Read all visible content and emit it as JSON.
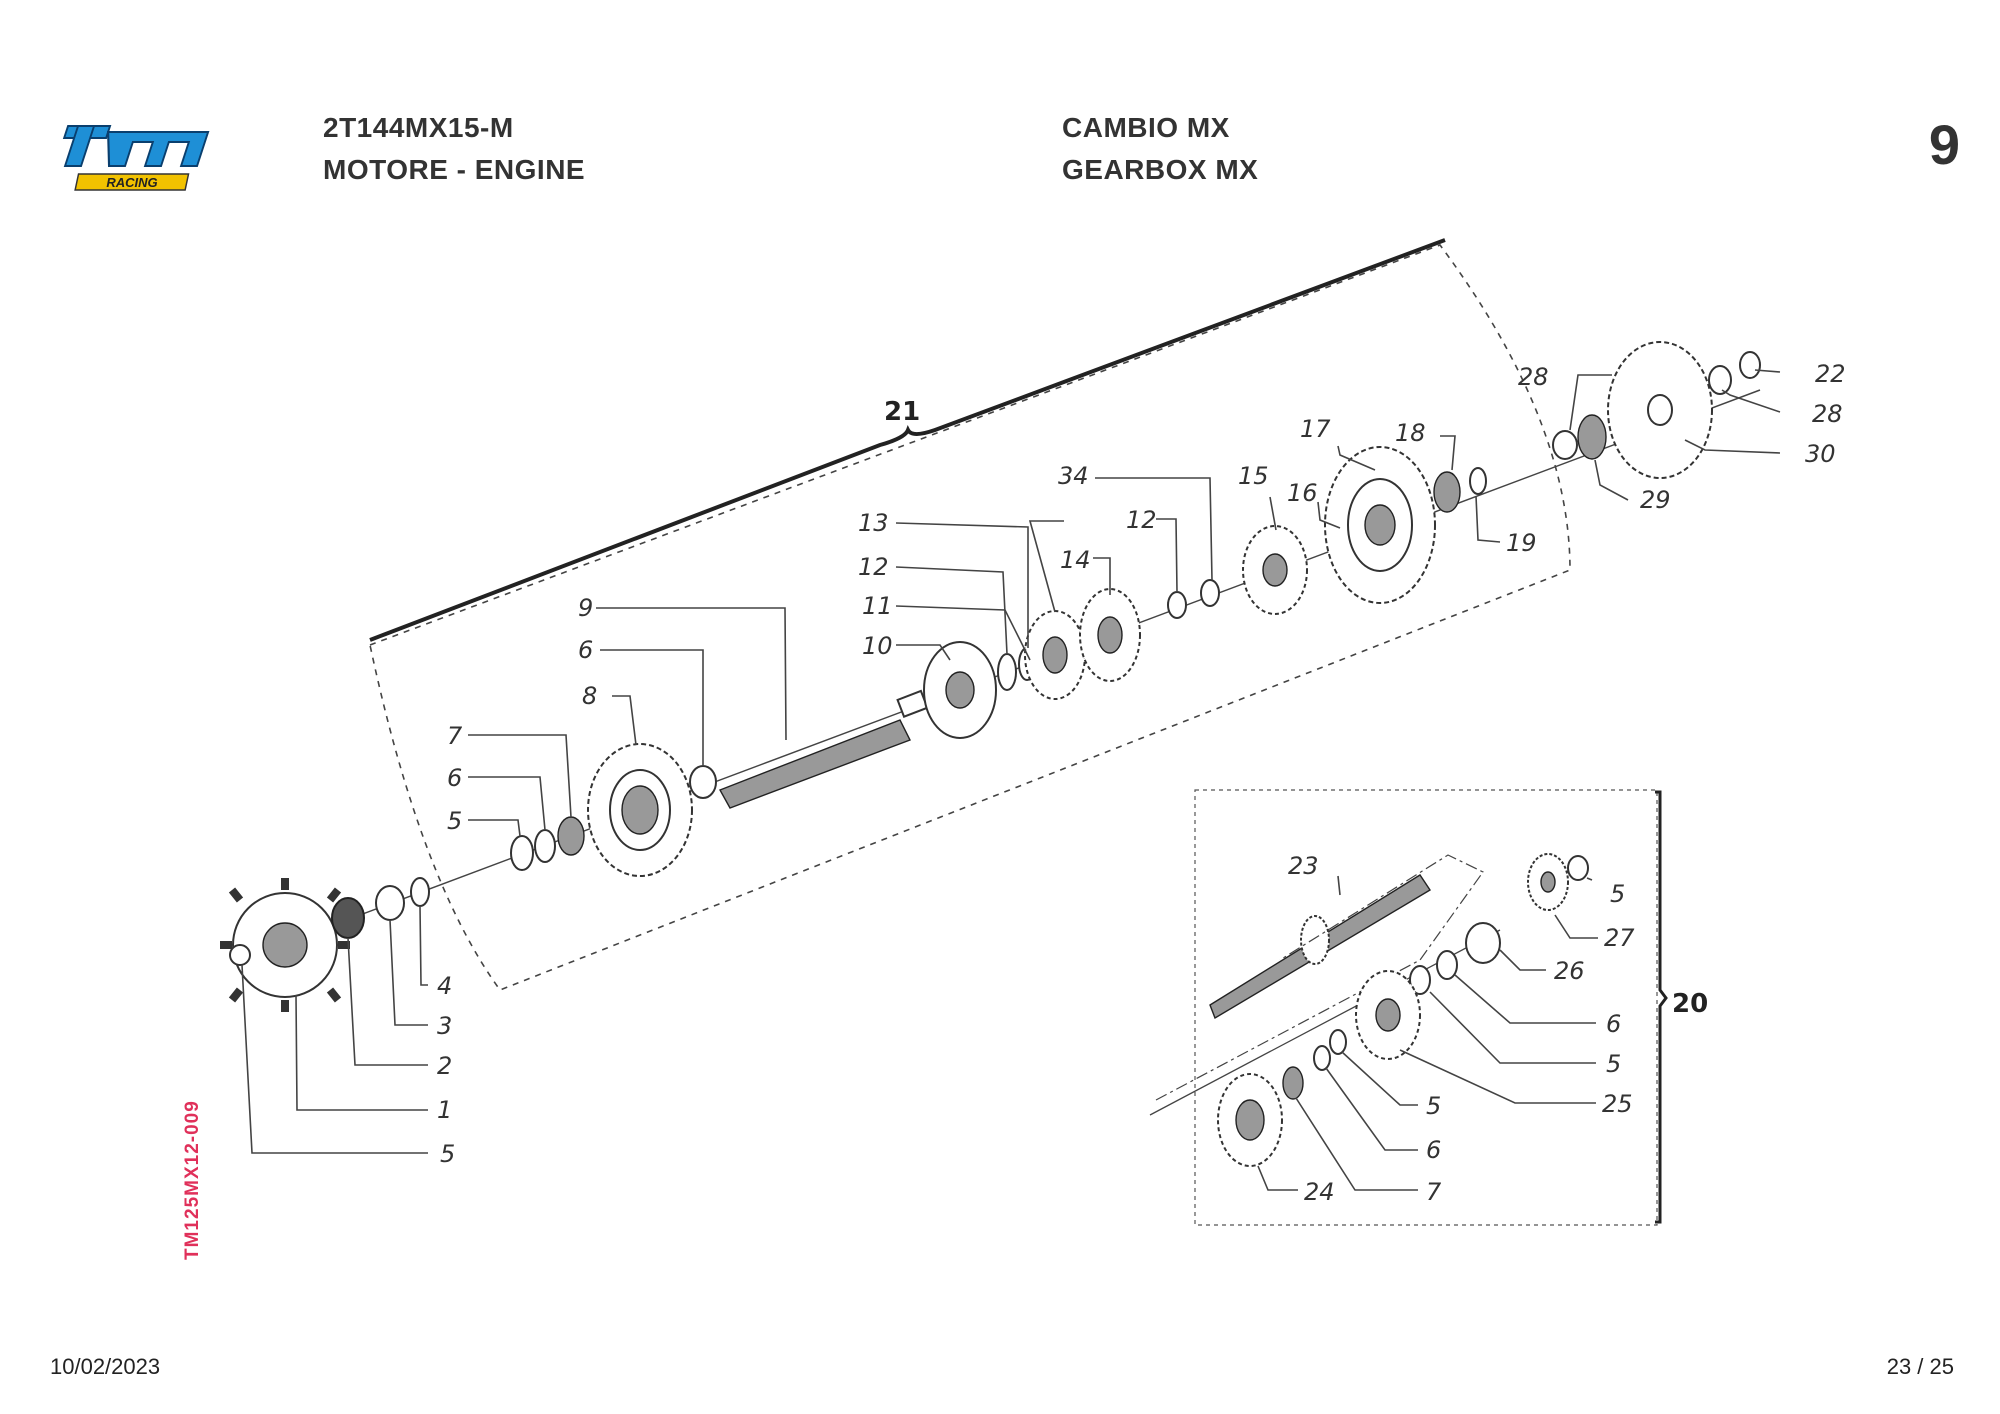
{
  "logo": {
    "brand": "tm",
    "subtitle": "RACING",
    "brand_color": "#1e8fd6",
    "subtitle_color": "#f2c200"
  },
  "header": {
    "model_code": "2T144MX15-M",
    "section_left": "MOTORE - ENGINE",
    "group_it": "CAMBIO MX",
    "group_en": "GEARBOX MX",
    "table_number": "9"
  },
  "doc_reference": "TM125MX12-009",
  "doc_reference_color": "#e0305a",
  "footer": {
    "date": "10/02/2023",
    "page": "23 / 25"
  },
  "diagram": {
    "group_labels": {
      "main_shaft_group": "21",
      "secondary_shaft_group": "20"
    },
    "callouts": {
      "c22": "22",
      "c28a": "28",
      "c30": "30",
      "c28b": "28",
      "c29": "29",
      "c17": "17",
      "c18": "18",
      "c19": "19",
      "c15": "15",
      "c16": "16",
      "c34": "34",
      "c12a": "12",
      "c13": "13",
      "c12b": "12",
      "c14": "14",
      "c11": "11",
      "c10": "10",
      "c9": "9",
      "c6a": "6",
      "c8": "8",
      "c7a": "7",
      "c6b": "6",
      "c5a": "5",
      "c4": "4",
      "c3": "3",
      "c2": "2",
      "c1": "1",
      "c5b": "5",
      "c23": "23",
      "c5c": "5",
      "c27": "27",
      "c26": "26",
      "c6c": "6",
      "c5d": "5",
      "c25": "25",
      "c5e": "5",
      "c6d": "6",
      "c24": "24",
      "c7b": "7"
    }
  }
}
